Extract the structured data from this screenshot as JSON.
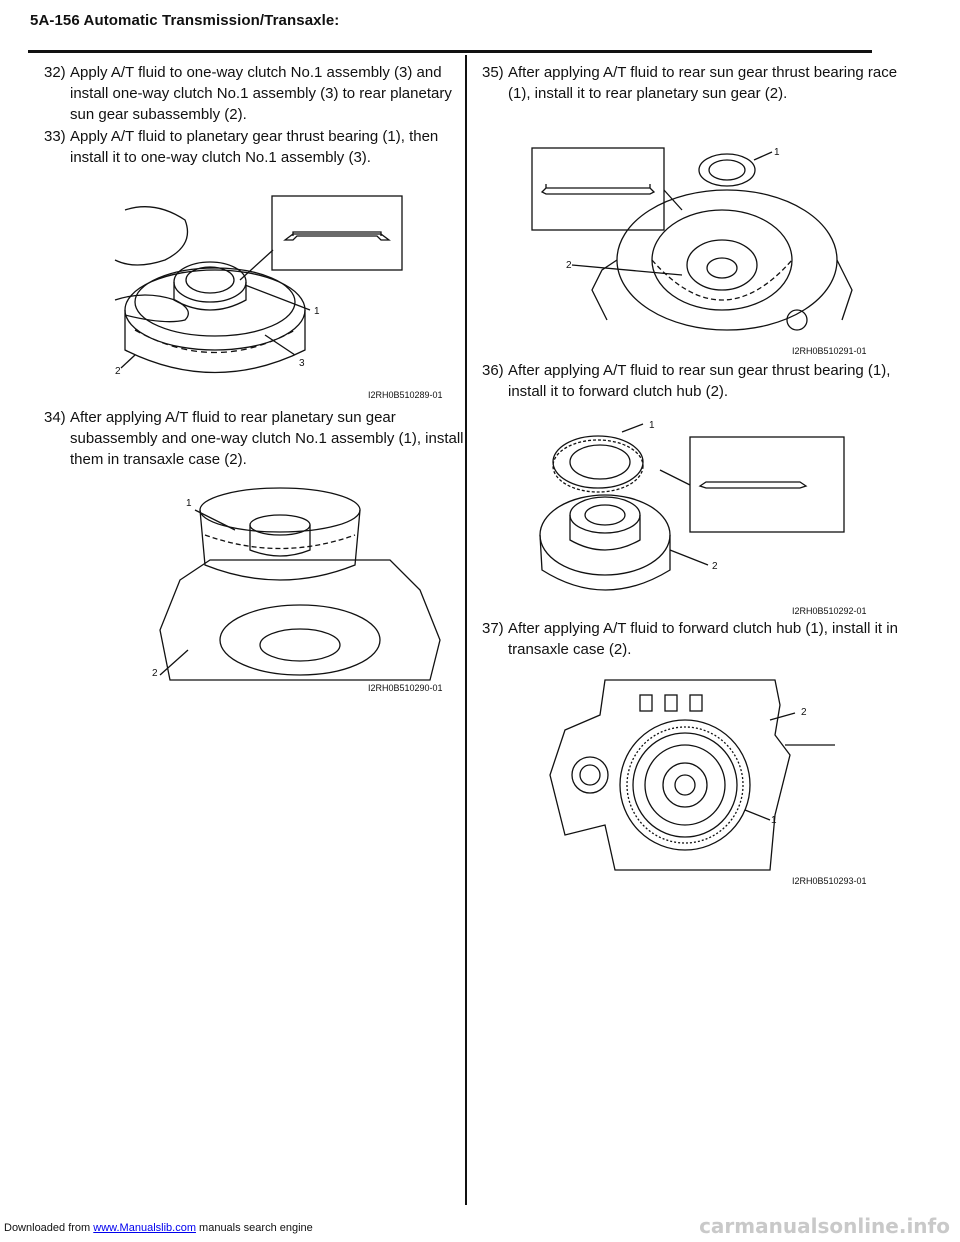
{
  "header": {
    "title": "5A-156   Automatic Transmission/Transaxle:"
  },
  "steps": [
    {
      "num": "32)",
      "text": "Apply A/T fluid to one-way clutch No.1 assembly (3) and install one-way clutch No.1 assembly (3) to rear planetary sun gear subassembly (2)."
    },
    {
      "num": "33)",
      "text": "Apply A/T fluid to planetary gear thrust bearing (1), then install it to one-way clutch No.1 assembly (3)."
    },
    {
      "num": "34)",
      "text": "After applying A/T fluid to rear planetary sun gear subassembly and one-way clutch No.1 assembly (1), install them in transaxle case (2)."
    },
    {
      "num": "35)",
      "text": "After applying A/T fluid to rear sun gear thrust bearing race (1), install it to rear planetary sun gear (2)."
    },
    {
      "num": "36)",
      "text": "After applying A/T fluid to rear sun gear thrust bearing (1), install it to forward clutch hub (2)."
    },
    {
      "num": "37)",
      "text": "After applying A/T fluid to forward clutch hub (1), install it in transaxle case (2)."
    }
  ],
  "figures": [
    {
      "code": "I2RH0B510289-01",
      "callouts": [
        "1",
        "2",
        "3"
      ]
    },
    {
      "code": "I2RH0B510290-01",
      "callouts": [
        "1",
        "2"
      ]
    },
    {
      "code": "I2RH0B510291-01",
      "callouts": [
        "1",
        "2"
      ]
    },
    {
      "code": "I2RH0B510292-01",
      "callouts": [
        "1",
        "2"
      ]
    },
    {
      "code": "I2RH0B510293-01",
      "callouts": [
        "2",
        "1"
      ]
    }
  ],
  "footer": {
    "prefix": "Downloaded from ",
    "link": "www.Manualslib.com",
    "suffix": " manuals search engine"
  },
  "watermark": "carmanualsonline.info"
}
